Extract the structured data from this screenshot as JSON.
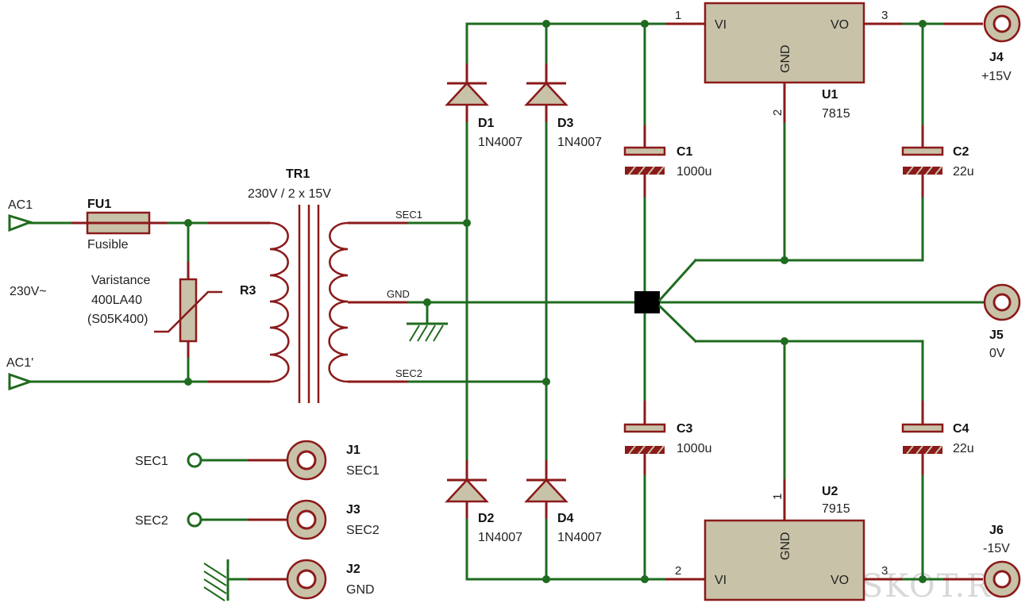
{
  "components": {
    "tr1": {
      "ref": "TR1",
      "value": "230V / 2 x 15V"
    },
    "fu1": {
      "ref": "FU1",
      "value": "Fusible"
    },
    "r3": {
      "ref": "R3",
      "value1": "Varistance",
      "value2": "400LA40",
      "value3": "(S05K400)"
    },
    "d1": {
      "ref": "D1",
      "value": "1N4007"
    },
    "d2": {
      "ref": "D2",
      "value": "1N4007"
    },
    "d3": {
      "ref": "D3",
      "value": "1N4007"
    },
    "d4": {
      "ref": "D4",
      "value": "1N4007"
    },
    "c1": {
      "ref": "C1",
      "value": "1000u"
    },
    "c2": {
      "ref": "C2",
      "value": "22u"
    },
    "c3": {
      "ref": "C3",
      "value": "1000u"
    },
    "c4": {
      "ref": "C4",
      "value": "22u"
    },
    "u1": {
      "ref": "U1",
      "value": "7815",
      "pin_vi": "VI",
      "pin_vo": "VO",
      "pin_gnd": "GND",
      "pin1": "1",
      "pin2": "2",
      "pin3": "3"
    },
    "u2": {
      "ref": "U2",
      "value": "7915",
      "pin_vi": "VI",
      "pin_vo": "VO",
      "pin_gnd": "GND",
      "pin1": "1",
      "pin2": "2",
      "pin3": "3"
    },
    "j1": {
      "ref": "J1",
      "value": "SEC1"
    },
    "j2": {
      "ref": "J2",
      "value": "GND"
    },
    "j3": {
      "ref": "J3",
      "value": "SEC2"
    },
    "j4": {
      "ref": "J4",
      "value": "+15V"
    },
    "j5": {
      "ref": "J5",
      "value": "0V"
    },
    "j6": {
      "ref": "J6",
      "value": "-15V"
    }
  },
  "nets": {
    "ac1": "AC1",
    "ac1p": "AC1'",
    "mains": "230V~",
    "sec1": "SEC1",
    "sec2": "SEC2",
    "gnd": "GND",
    "sec1_term": "SEC1",
    "sec2_term": "SEC2"
  },
  "watermark": "RADIOSKOT.RU",
  "colors": {
    "wire": "#1f6b1f",
    "pin": "#8b1a1a",
    "body": "#c8c2a8"
  }
}
